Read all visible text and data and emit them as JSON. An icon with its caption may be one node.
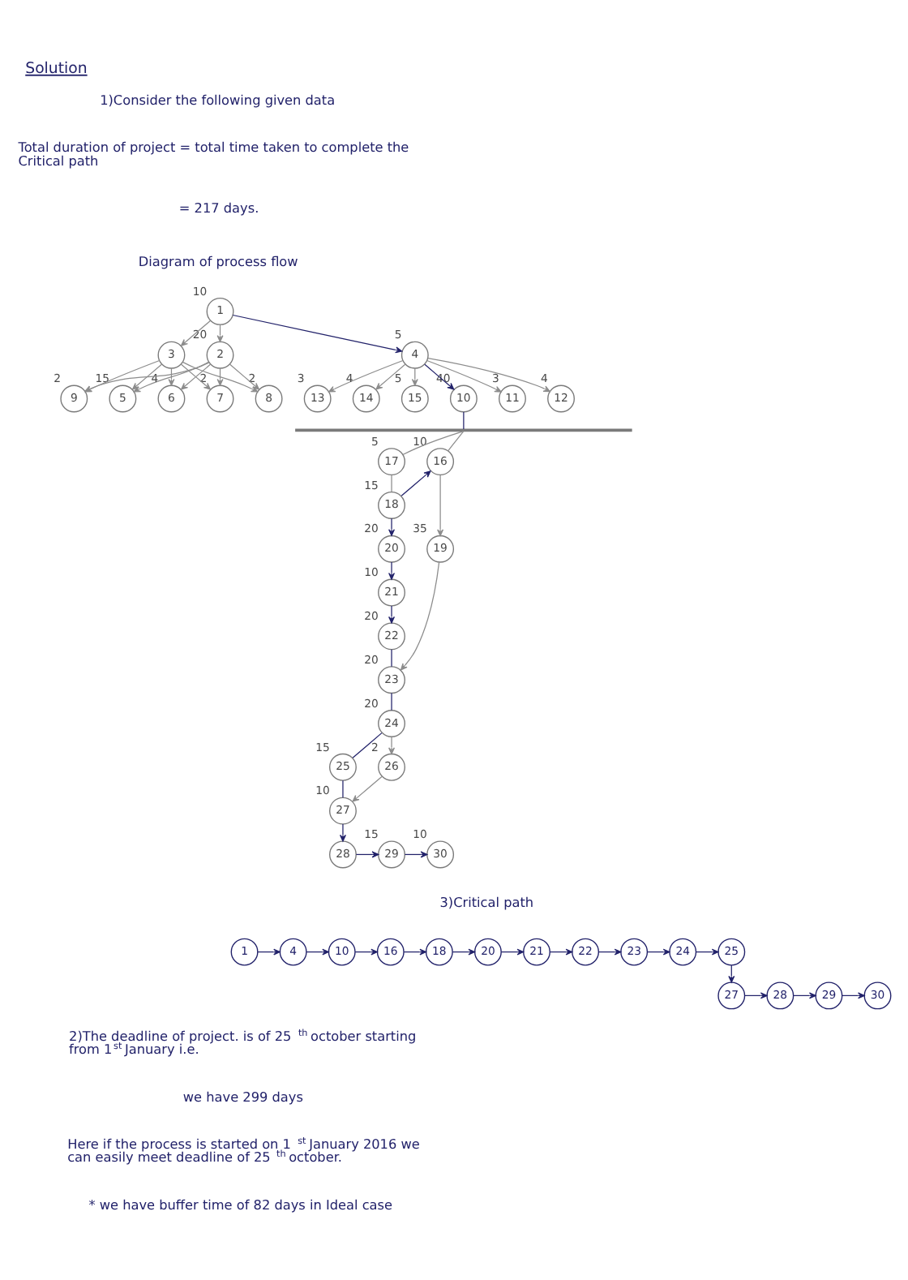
{
  "diagram": {
    "title": "Solution",
    "nodes": [
      {
        "text": [
          "1"
        ],
        "beside": [
          "10"
        ]
      },
      {
        "text": [
          "2"
        ],
        "beside": [
          "20"
        ]
      },
      {
        "text": [
          "3"
        ]
      },
      {
        "text": [
          "4"
        ],
        "beside": [
          "5"
        ]
      },
      {
        "text": [
          "5"
        ],
        "beside": [
          "15"
        ]
      },
      {
        "text": [
          "6"
        ],
        "beside": [
          "4"
        ]
      },
      {
        "text": [
          "7"
        ],
        "beside": [
          "2"
        ]
      },
      {
        "text": [
          "8"
        ],
        "beside": [
          "2"
        ]
      },
      {
        "text": [
          "9"
        ],
        "beside": [
          "2"
        ]
      },
      {
        "text": [
          "10"
        ],
        "beside": [
          "40"
        ]
      },
      {
        "text": [
          "11"
        ],
        "beside": [
          "3"
        ]
      },
      {
        "text": [
          "12"
        ],
        "beside": [
          "4"
        ]
      },
      {
        "text": [
          "13"
        ],
        "beside": [
          "3"
        ]
      },
      {
        "text": [
          "14"
        ],
        "beside": [
          "4"
        ]
      },
      {
        "text": [
          "15"
        ],
        "beside": [
          "5"
        ]
      },
      {
        "text": [
          "16"
        ],
        "beside": [
          "10"
        ]
      },
      {
        "text": [
          "17"
        ],
        "beside": [
          "5"
        ]
      },
      {
        "text": [
          "18"
        ],
        "beside": [
          "15"
        ]
      },
      {
        "text": [
          "19"
        ],
        "beside": [
          "35"
        ]
      },
      {
        "text": [
          "20"
        ],
        "beside": [
          "20"
        ]
      },
      {
        "text": [
          "21"
        ],
        "beside": [
          "10"
        ]
      },
      {
        "text": [
          "22"
        ],
        "beside": [
          "20"
        ]
      },
      {
        "text": [
          "23"
        ],
        "beside": [
          "20"
        ]
      },
      {
        "text": [
          "24"
        ],
        "beside": [
          "20"
        ]
      },
      {
        "text": [
          "25"
        ],
        "beside": [
          "15"
        ]
      },
      {
        "text": [
          "26"
        ],
        "beside": [
          "2"
        ]
      },
      {
        "text": [
          "27"
        ],
        "beside": [
          "10"
        ]
      },
      {
        "text": [
          "28"
        ]
      },
      {
        "text": [
          "29"
        ],
        "beside": [
          "15"
        ]
      },
      {
        "text": [
          "30"
        ],
        "beside": [
          "10"
        ]
      },
      {
        "text": [],
        "shape": "bracket"
      },
      {
        "text": [
          "1"
        ]
      },
      {
        "text": [
          "4"
        ]
      },
      {
        "text": [
          "10"
        ]
      },
      {
        "text": [
          "16"
        ]
      },
      {
        "text": [
          "18"
        ]
      },
      {
        "text": [
          "20"
        ]
      },
      {
        "text": [
          "21"
        ]
      },
      {
        "text": [
          "22"
        ]
      },
      {
        "text": [
          "23"
        ]
      },
      {
        "text": [
          "24"
        ]
      },
      {
        "text": [
          "25"
        ]
      },
      {
        "text": [
          "27"
        ]
      },
      {
        "text": [
          "28"
        ]
      },
      {
        "text": [
          "29"
        ]
      },
      {
        "text": [
          "30"
        ]
      }
    ],
    "edges": [
      {
        "from": 0,
        "to": 1,
        "arrow": "to",
        "color": "#8c8c8c"
      },
      {
        "from": 0,
        "to": 2,
        "arrow": "to",
        "color": "#8c8c8c"
      },
      {
        "from": 0,
        "to": 3,
        "arrow": "to"
      },
      {
        "from": 1,
        "to": 4,
        "arrow": "to",
        "color": "#8c8c8c"
      },
      {
        "from": 1,
        "to": 5,
        "arrow": "to",
        "color": "#8c8c8c"
      },
      {
        "from": 1,
        "to": 6,
        "arrow": "to",
        "color": "#8c8c8c"
      },
      {
        "from": 1,
        "to": 7,
        "arrow": "to",
        "color": "#8c8c8c"
      },
      {
        "from": 1,
        "to": 8,
        "arrow": "to",
        "color": "#8c8c8c"
      },
      {
        "from": 2,
        "to": 4,
        "arrow": "to",
        "color": "#8c8c8c"
      },
      {
        "from": 2,
        "to": 5,
        "arrow": "to",
        "color": "#8c8c8c"
      },
      {
        "from": 2,
        "to": 6,
        "arrow": "to",
        "color": "#8c8c8c"
      },
      {
        "from": 2,
        "to": 7,
        "arrow": "to",
        "color": "#8c8c8c"
      },
      {
        "from": 2,
        "to": 8,
        "arrow": "to",
        "color": "#8c8c8c"
      },
      {
        "from": 3,
        "to": 9,
        "arrow": "to"
      },
      {
        "from": 3,
        "to": 10,
        "arrow": "to",
        "color": "#8c8c8c"
      },
      {
        "from": 3,
        "to": 11,
        "arrow": "to",
        "color": "#8c8c8c"
      },
      {
        "from": 3,
        "to": 12,
        "arrow": "to",
        "color": "#8c8c8c"
      },
      {
        "from": 3,
        "to": 13,
        "arrow": "to",
        "color": "#8c8c8c"
      },
      {
        "from": 3,
        "to": 14,
        "arrow": "to",
        "color": "#8c8c8c"
      },
      {
        "from": 9,
        "to": 30,
        "arrow": "none"
      },
      {
        "from": 30,
        "to": 15,
        "arrow": "none",
        "color": "#8c8c8c"
      },
      {
        "from": 30,
        "to": 16,
        "arrow": "none",
        "color": "#8c8c8c"
      },
      {
        "from": 15,
        "to": 18,
        "arrow": "to",
        "color": "#8c8c8c"
      },
      {
        "from": 17,
        "to": 15,
        "arrow": "to"
      },
      {
        "from": 16,
        "to": 17,
        "arrow": "none",
        "color": "#8c8c8c"
      },
      {
        "from": 17,
        "to": 19,
        "arrow": "to"
      },
      {
        "from": 19,
        "to": 20,
        "arrow": "to"
      },
      {
        "from": 20,
        "to": 21,
        "arrow": "to"
      },
      {
        "from": 18,
        "to": 22,
        "arrow": "to",
        "color": "#8c8c8c"
      },
      {
        "from": 21,
        "to": 22,
        "arrow": "none"
      },
      {
        "from": 22,
        "to": 23,
        "arrow": "none"
      },
      {
        "from": 23,
        "to": 24,
        "arrow": "none"
      },
      {
        "from": 23,
        "to": 25,
        "arrow": "to",
        "color": "#8c8c8c"
      },
      {
        "from": 25,
        "to": 26,
        "arrow": "to",
        "color": "#8c8c8c"
      },
      {
        "from": 24,
        "to": 26,
        "arrow": "none"
      },
      {
        "from": 26,
        "to": 27,
        "arrow": "to"
      },
      {
        "from": 27,
        "to": 28,
        "arrow": "to"
      },
      {
        "from": 28,
        "to": 29,
        "arrow": "to"
      },
      {
        "from": 31,
        "to": 32,
        "arrow": "to"
      },
      {
        "from": 32,
        "to": 33,
        "arrow": "to"
      },
      {
        "from": 33,
        "to": 34,
        "arrow": "to"
      },
      {
        "from": 34,
        "to": 35,
        "arrow": "to"
      },
      {
        "from": 35,
        "to": 36,
        "arrow": "to"
      },
      {
        "from": 36,
        "to": 37,
        "arrow": "to"
      },
      {
        "from": 37,
        "to": 38,
        "arrow": "to"
      },
      {
        "from": 38,
        "to": 39,
        "arrow": "to"
      },
      {
        "from": 39,
        "to": 40,
        "arrow": "to"
      },
      {
        "from": 40,
        "to": 41,
        "arrow": "to"
      },
      {
        "from": 41,
        "to": 42,
        "arrow": "to"
      },
      {
        "from": 42,
        "to": 43,
        "arrow": "to"
      },
      {
        "from": 43,
        "to": 44,
        "arrow": "to"
      },
      {
        "from": 44,
        "to": 45,
        "arrow": "to"
      }
    ],
    "labels": [
      "1)Consider the following given data",
      "Total duration of project = total time taken to complete the Critical path",
      "= 217 days.",
      "Diagram of process flow",
      "3)Critical path",
      "2)The deadline of project. is of 25$^{th}$ october starting from 1$^{st}$ January i.e.",
      "we have 299 days",
      "Here if the process is started on 1$^{st}$ January 2016 we can easily meet deadline of 25$^{th}$ october.",
      "* we have buffer time of 82 days in Ideal case"
    ]
  }
}
